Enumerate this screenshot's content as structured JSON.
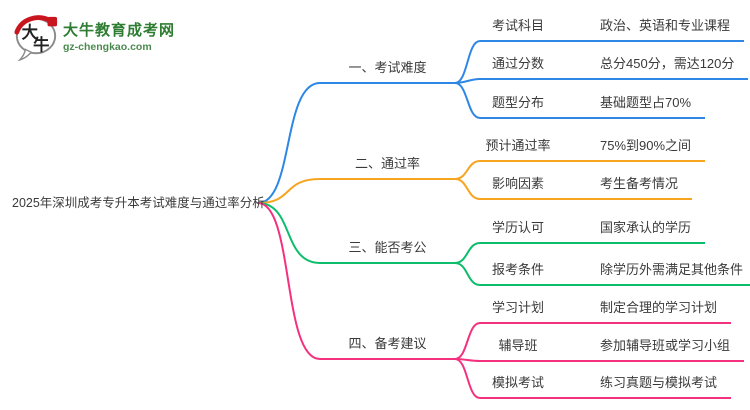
{
  "colors": {
    "blue": "#2E87E5",
    "orange": "#F7A41F",
    "green": "#0CBE6B",
    "pink": "#F4317E",
    "logo_green": "#2E7D32",
    "logo_url_green": "#4A8A4E",
    "logo_red": "#C9161E",
    "bubble_stroke": "#8B8B8B",
    "text": "#3A3A3A"
  },
  "logo": {
    "bubble_char_1": "大",
    "bubble_char_2": "牛",
    "site_name": "大牛教育成考网",
    "site_url": "gz-chengkao.com"
  },
  "title": "2025年深圳成考专升本考试难度与通过率分析",
  "branches": [
    {
      "label": "一、考试难度",
      "color": "#2E87E5",
      "rows": [
        {
          "label": "考试科目",
          "value": "政治、英语和专业课程"
        },
        {
          "label": "通过分数",
          "value": "总分450分，需达120分"
        },
        {
          "label": "题型分布",
          "value": "基础题型占70%"
        }
      ]
    },
    {
      "label": "二、通过率",
      "color": "#F7A41F",
      "rows": [
        {
          "label": "预计通过率",
          "value": "75%到90%之间"
        },
        {
          "label": "影响因素",
          "value": "考生备考情况"
        }
      ]
    },
    {
      "label": "三、能否考公",
      "color": "#0CBE6B",
      "rows": [
        {
          "label": "学历认可",
          "value": "国家承认的学历"
        },
        {
          "label": "报考条件",
          "value": "除学历外需满足其他条件"
        }
      ]
    },
    {
      "label": "四、备考建议",
      "color": "#F4317E",
      "rows": [
        {
          "label": "学习计划",
          "value": "制定合理的学习计划"
        },
        {
          "label": "辅导班",
          "value": "参加辅导班或学习小组"
        },
        {
          "label": "模拟考试",
          "value": "练习真题与模拟考试"
        }
      ]
    }
  ]
}
